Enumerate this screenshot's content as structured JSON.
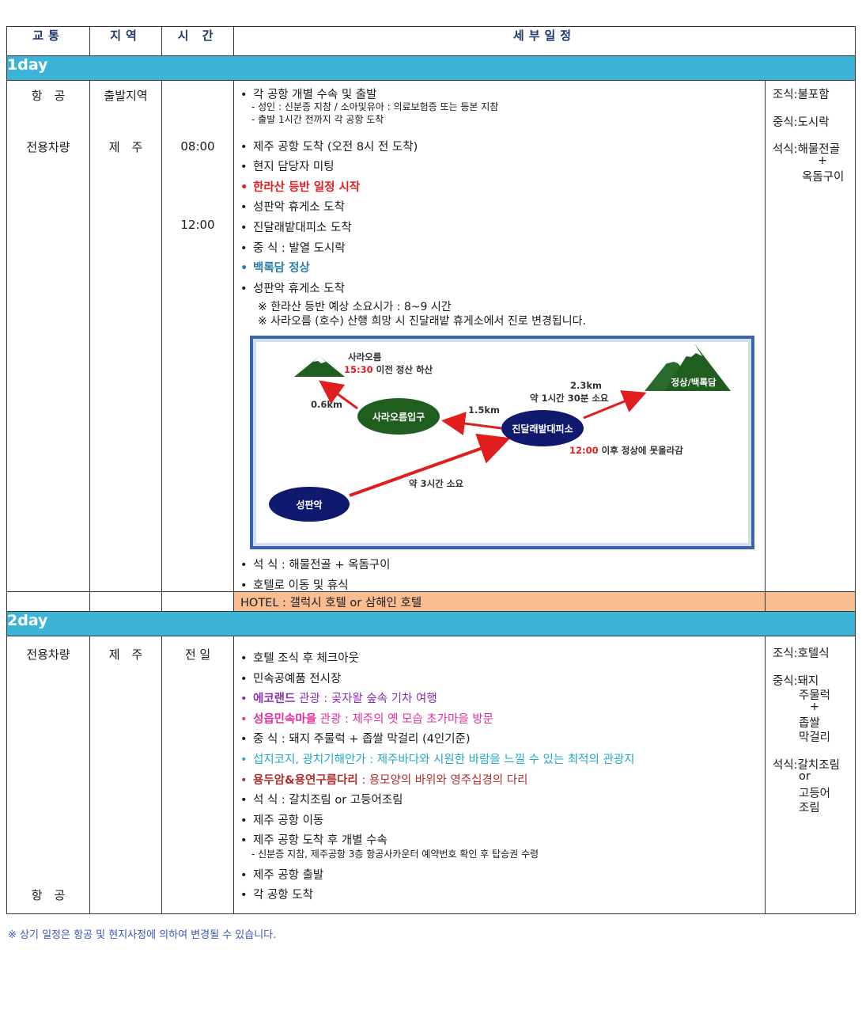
{
  "header": {
    "col1": "교통",
    "col2": "지역",
    "col3": "시 간",
    "col4": "세부일정"
  },
  "day1": {
    "label": "1day",
    "transport": [
      "항　공",
      "전용차량"
    ],
    "region": [
      "출발지역",
      "제　주"
    ],
    "times": [
      "08:00",
      "12:00"
    ],
    "items": [
      {
        "text": "각 공항 개별 수속 및 출발"
      },
      {
        "text": "제주 공항 도착 (오전 8시 전 도착)"
      },
      {
        "text": "현지 담당자 미팅"
      },
      {
        "text": "한라산 등반 일정 시작"
      },
      {
        "text": "성판악 휴게소 도착"
      },
      {
        "text": "진달래밭대피소 도착"
      },
      {
        "text": "중 식 : 발열 도시락"
      },
      {
        "text": "백록담 정상"
      },
      {
        "text": "성판악 휴게소 도착"
      },
      {
        "text": "석 식 : 해물전골 + 옥돔구이"
      },
      {
        "text": "호텔로 이동 및 휴식"
      }
    ],
    "subs": [
      "- 성인 : 신분증 지참 / 소아및유아 : 의료보험증 또는 등본 지참",
      "- 출발 1시간 전까지 각 공항 도착"
    ],
    "notes": [
      "※ 한라산 등반 예상 소요시가 : 8~9 시간",
      "※ 사라오름 (호수) 산행 희망 시 진달래밭 휴게소에서 진로 변경됩니다."
    ],
    "meals": [
      "조식:불포함",
      "중식:도시락",
      "석식:해물전골",
      "+",
      "옥돔구이"
    ],
    "hotel": "HOTEL : 갤럭시 호텔 or 삼해인 호텔"
  },
  "map": {
    "sara_peak": "사라오름",
    "sara_time": "15:30",
    "sara_time_rest": " 이전 정산 하산",
    "summit": "정상/백록담",
    "d_06": "0.6km",
    "d_15": "1.5km",
    "d_23": "2.3km",
    "d_23_time": "약 1시간 30분 소요",
    "sara_entrance": "사라오름입구",
    "jindallae": "진달래밭대피소",
    "noon": "12:00",
    "noon_rest": " 이후 정상에 못올라감",
    "seongpanak": "성판악",
    "d_3h": "약 3시간 소요"
  },
  "day2": {
    "label": "2day",
    "transport": [
      "전용차량",
      "항　공"
    ],
    "region": "제　주",
    "time": "전 일",
    "items": [
      {
        "a": "호텔 조식 후 체크아웃",
        "b": ""
      },
      {
        "a": "민속공예품 전시장",
        "b": ""
      },
      {
        "a": "에코랜드",
        "b": " 관광 : 곶자왈 숲속 기차 여행"
      },
      {
        "a": "성읍민속마을",
        "b": " 관광 : 제주의 옛 모습 초가마을 방문"
      },
      {
        "a": "중 식 : 돼지 주물럭 + 좁쌀 막걸리 (4인기준)",
        "b": ""
      },
      {
        "a": "섭지코지, 광치기해안가 : 제주바다와 시원한 바람을 느낄 수 있는 최적의 관광지",
        "b": ""
      },
      {
        "a": "용두암&용연구름다리",
        "b": " : 용모양의 바위와 영주십경의 다리"
      },
      {
        "a": "석 식 : 갈치조림 or 고등어조림",
        "b": ""
      },
      {
        "a": "제주 공항 이동",
        "b": ""
      },
      {
        "a": "제주 공항 도착 후 개별 수속",
        "b": ""
      },
      {
        "a": "제주 공항 출발",
        "b": ""
      },
      {
        "a": "각 공항 도착",
        "b": ""
      }
    ],
    "sub": "- 신분증 지참, 제주공항 3층 항공사카운터 예약번호 확인 후 탑승권 수령",
    "meals": [
      "조식:호텔식",
      "중식:돼지",
      "주물럭",
      "+",
      "좁쌀",
      "막걸리",
      "석식:갈치조림",
      "or",
      "고등어",
      "조림"
    ]
  },
  "footer": "※ 상기 일정은 항공 및 현지사정에 의하여 변경될 수 있습니다.",
  "colors": {
    "day_bar": "#3cb4d8",
    "hotel_bg": "#f8be92",
    "header_text": "#1f3a6b",
    "map_border": "#3a65a8",
    "navy_node": "#0f1a6e",
    "green_node": "#1f5e1f",
    "arrow": "#e01e1e"
  }
}
